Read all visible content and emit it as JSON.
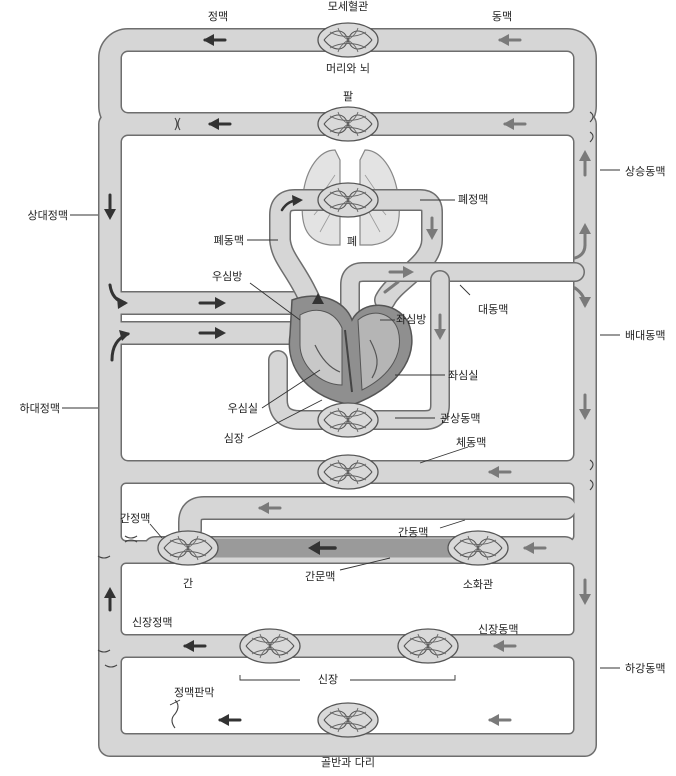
{
  "labels": {
    "vein": "정맥",
    "capillary": "모세혈관",
    "artery": "동맥",
    "head_brain": "머리와 뇌",
    "arm": "팔",
    "ascending_aorta": "상승동맥",
    "pulmonary_vein": "폐정맥",
    "superior_vena_cava": "상대정맥",
    "pulmonary_artery": "폐동맥",
    "lung": "폐",
    "right_atrium": "우심방",
    "aorta": "대동맥",
    "left_atrium": "좌심방",
    "abdominal_aorta": "배대동맥",
    "inferior_vena_cava": "하대정맥",
    "left_ventricle": "좌심실",
    "right_ventricle": "우심실",
    "coronary_artery": "관상동맥",
    "heart": "심장",
    "systemic_artery": "체동맥",
    "hepatic_vein": "간정맥",
    "hepatic_artery": "간동맥",
    "liver": "간",
    "portal_vein": "간문맥",
    "digestive_tract": "소화관",
    "renal_vein": "신장정맥",
    "renal_artery": "신장동맥",
    "kidney": "신장",
    "descending_aorta": "하강동맥",
    "venous_valve": "정맥판막",
    "pelvis_legs": "골반과 다리"
  },
  "colors": {
    "vessel_fill": "#d6d6d6",
    "vessel_edge": "#6e6e6e",
    "dark_fill": "#8a8a8a",
    "arrow_dark": "#333333",
    "arrow_light": "#7a7a7a"
  }
}
